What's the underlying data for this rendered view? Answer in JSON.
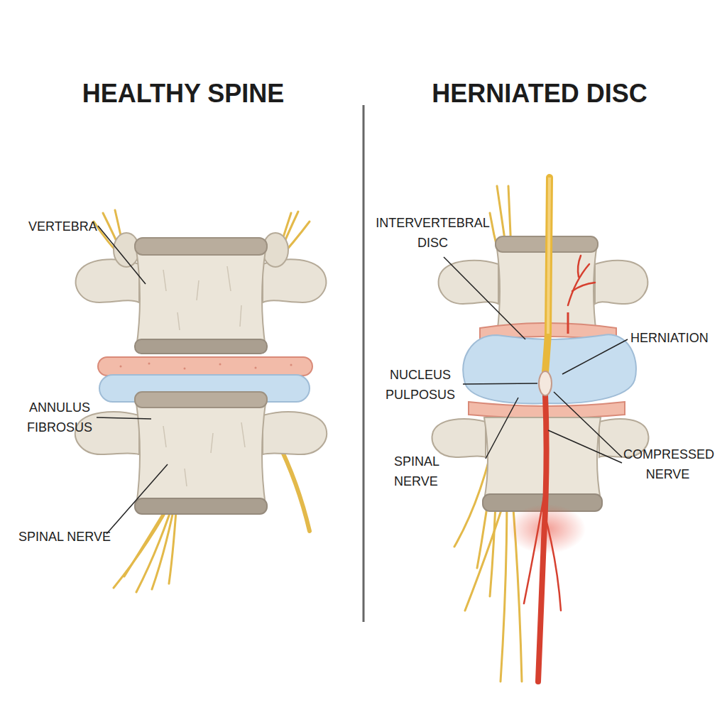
{
  "diagram": {
    "labels": [
      "HEALTHY SPINE",
      "HERNIATED DISC",
      "VERTEBRA",
      "ANNULUS FIBROSUS",
      "SPINAL NERVE",
      "INTERVERTEBRAL DISC",
      "HERNIATION",
      "NUCLEUS PULPOSUS",
      "SPINAL NERVE",
      "COMPRESSED NERVE"
    ]
  }
}
